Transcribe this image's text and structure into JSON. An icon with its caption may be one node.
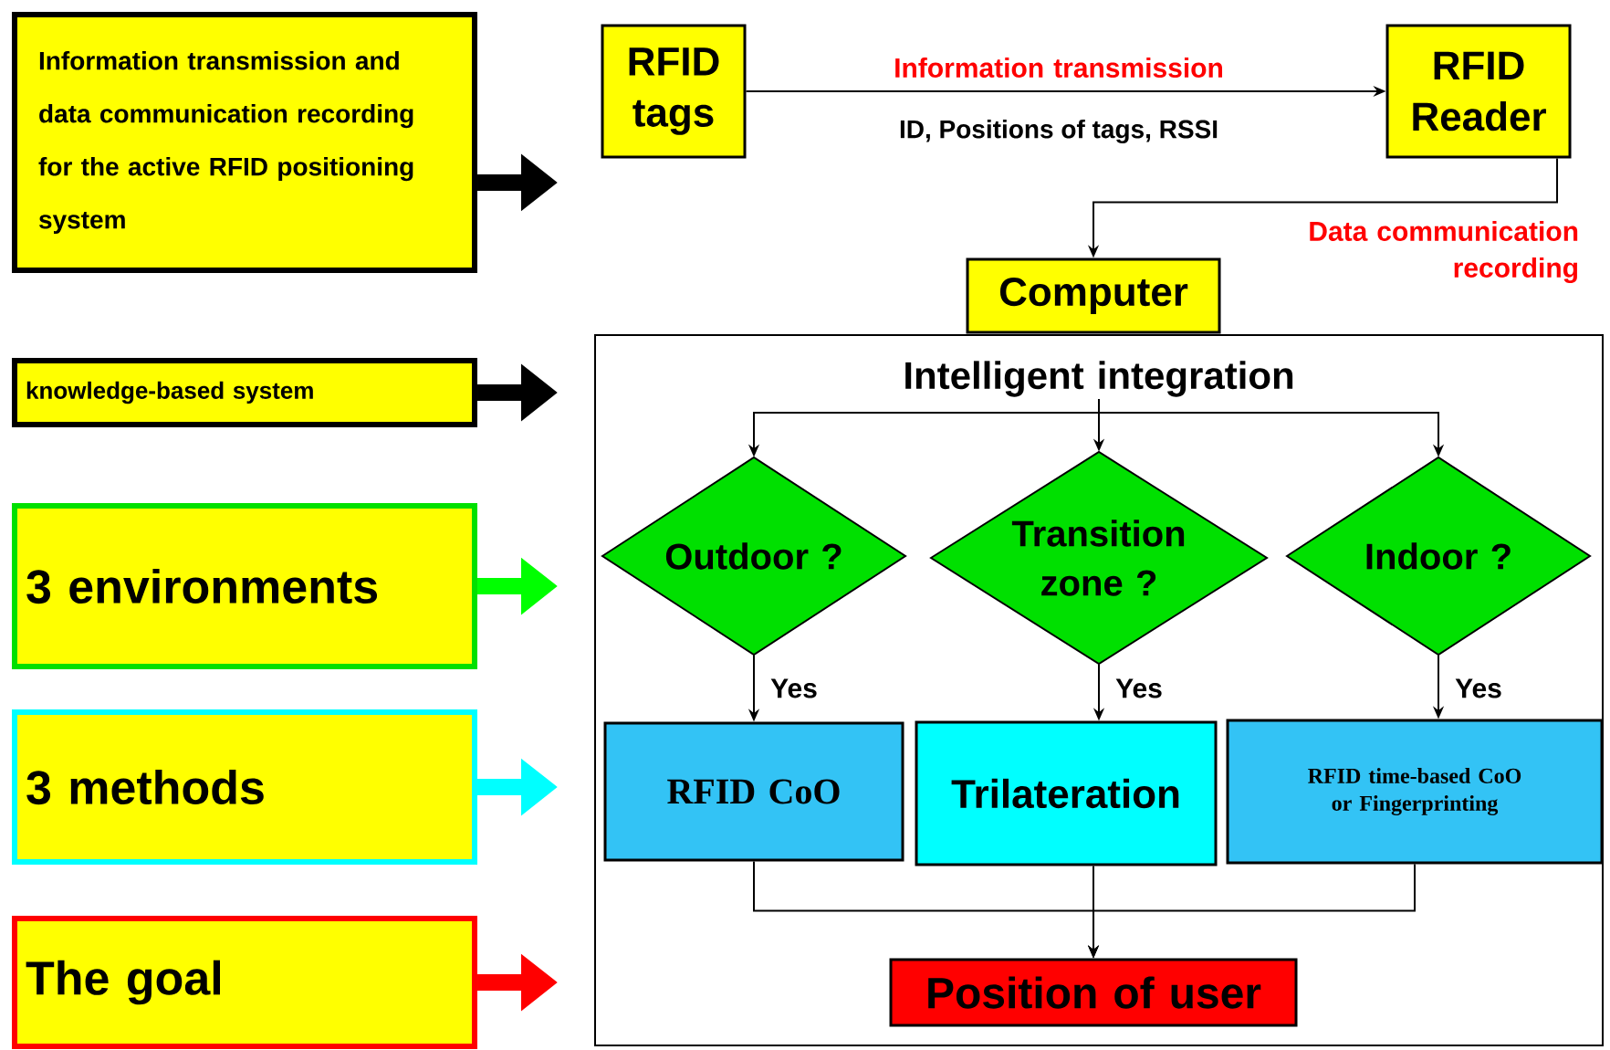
{
  "diagram": {
    "nodes": [
      {
        "text": [
          "Information transmission and data communication recording for the active RFID positioning system"
        ]
      },
      {
        "text": [
          "knowledge-based system"
        ]
      },
      {
        "text": [
          "3 environments"
        ]
      },
      {
        "text": [
          "3 methods"
        ]
      },
      {
        "text": [
          "The goal"
        ]
      },
      {
        "text": [
          "RFID tags"
        ]
      },
      {
        "text": [
          "RFID Reader"
        ]
      },
      {
        "text": [
          "Computer"
        ]
      },
      {
        "text": [],
        "shape": "box"
      },
      {
        "text": [
          "Intelligent integration"
        ],
        "in": 8
      },
      {
        "text": [
          "Outdoor ?"
        ],
        "in": 8
      },
      {
        "text": [
          "Transition zone ?"
        ],
        "in": 8
      },
      {
        "text": [
          "Indoor ?"
        ],
        "in": 8
      },
      {
        "text": [
          "RFID CoO"
        ],
        "in": 8
      },
      {
        "text": [
          "Trilateration"
        ],
        "in": 8
      },
      {
        "text": [
          "RFID time-based CoO or Fingerprinting"
        ],
        "in": 8
      },
      {
        "text": [
          "Position of user"
        ],
        "in": 8
      }
    ],
    "edges": [
      {
        "from": 0,
        "to": null,
        "arrow": "to",
        "style": "thick"
      },
      {
        "from": 1,
        "to": null,
        "arrow": "to",
        "style": "thick"
      },
      {
        "from": 2,
        "to": null,
        "arrow": "to",
        "style": "thick",
        "color": "#00ff00"
      },
      {
        "from": 3,
        "to": null,
        "arrow": "to",
        "style": "thick",
        "color": "#00ffff"
      },
      {
        "from": 4,
        "to": null,
        "arrow": "to",
        "style": "thick",
        "color": "#ff0000"
      },
      {
        "from": 5,
        "to": 6,
        "arrow": "to",
        "label": "Information transmission"
      },
      {
        "from": 6,
        "to": 7,
        "arrow": "to",
        "label": "Data communication recording"
      },
      {
        "from": 9,
        "to": 10,
        "arrow": "to"
      },
      {
        "from": 9,
        "to": 11,
        "arrow": "to"
      },
      {
        "from": 9,
        "to": 12,
        "arrow": "to"
      },
      {
        "from": 10,
        "to": 13,
        "arrow": "to",
        "label": "Yes"
      },
      {
        "from": 11,
        "to": 14,
        "arrow": "to",
        "label": "Yes"
      },
      {
        "from": 12,
        "to": 15,
        "arrow": "to",
        "label": "Yes"
      },
      {
        "from": 13,
        "to": 16,
        "arrow": "to"
      },
      {
        "from": 14,
        "to": 16,
        "arrow": "to"
      },
      {
        "from": 15,
        "to": 16,
        "arrow": "to"
      }
    ],
    "labels": [
      "ID, Positions of tags, RSSI"
    ]
  }
}
